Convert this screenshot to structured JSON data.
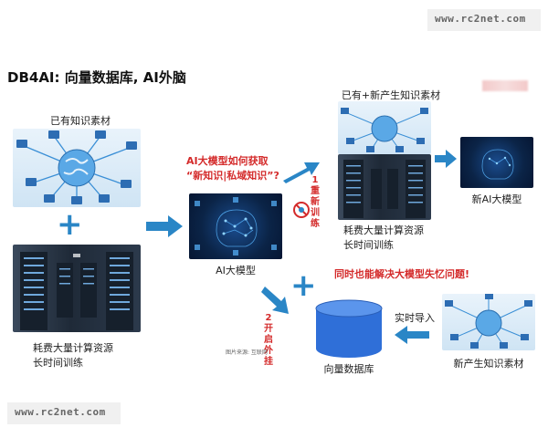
{
  "watermark_top": "www.rc2net.com",
  "watermark_bottom": "www.rc2net.com",
  "title": "DB4AI: 向量数据库, AI外脑",
  "labels": {
    "existing_knowledge": "已有知识素材",
    "compute_cost_line1": "耗费大量计算资源",
    "compute_cost_line2": "长时间训练",
    "ai_model": "AI大模型",
    "question_line1": "AI大模型如何获取",
    "question_line2": "“新知识|私域知识”?",
    "existing_plus_new": "已有+新产生知识素材",
    "new_ai_model": "新AI大模型",
    "compute_cost2_line1": "耗费大量计算资源",
    "compute_cost2_line2": "长时间训练",
    "retrain_num": "1",
    "retrain_text": "重新训练",
    "plugin_num": "2",
    "plugin_text": "开启外挂",
    "memory_loss": "同时也能解决大模型失忆问题!",
    "realtime_import": "实时导入",
    "vector_db": "向量数据库",
    "new_knowledge": "新产生知识素材",
    "image_source": "图片来源: 互联网"
  },
  "icons": [
    "network-globe-icon",
    "server-room-icon",
    "ai-brain-icon",
    "vector-database-icon",
    "arrow-icon",
    "plus-icon",
    "no-retrain-icon"
  ],
  "colors": {
    "accent_blue": "#2a86c6",
    "highlight_red": "#d42b2b",
    "db_blue": "#2f6fd8"
  }
}
